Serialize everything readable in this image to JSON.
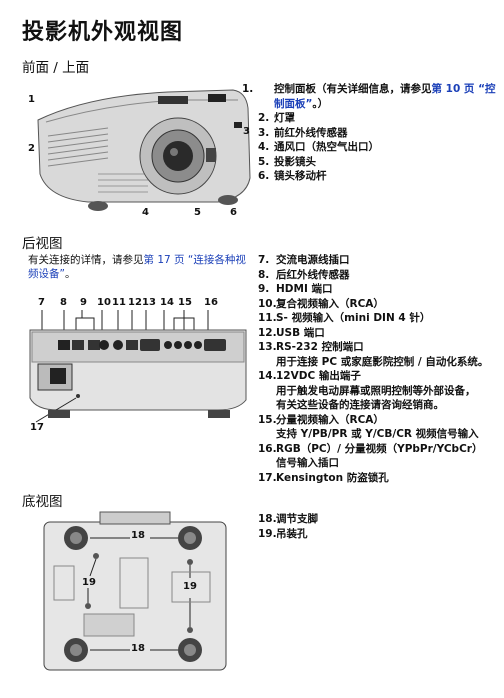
{
  "title": "投影机外观视图",
  "front": {
    "heading": "前面 / 上面",
    "callouts": [
      "1",
      "2",
      "3",
      "4",
      "5",
      "6"
    ],
    "items": [
      {
        "num": "1.",
        "pre": "控制面板（有关详细信息，请参见",
        "link": "第 10 页 “控制面板”",
        "post": "。）"
      },
      {
        "num": "2.",
        "text": "灯罩"
      },
      {
        "num": "3.",
        "text": "前红外线传感器"
      },
      {
        "num": "4.",
        "text": "通风口（热空气出口）"
      },
      {
        "num": "5.",
        "text": "投影镜头"
      },
      {
        "num": "6.",
        "text": "镜头移动杆"
      }
    ]
  },
  "rear": {
    "heading": "后视图",
    "note_pre": "有关连接的详情，请参见",
    "note_link": "第 17 页 “连接各种视频设备”",
    "note_post": "。",
    "callouts": [
      "7",
      "8",
      "9",
      "10",
      "11",
      "12",
      "13",
      "14",
      "15",
      "16",
      "17"
    ],
    "items": [
      {
        "num": "7.",
        "text": "交流电源线插口"
      },
      {
        "num": "8.",
        "text": "后红外线传感器"
      },
      {
        "num": "9.",
        "text": "HDMI 端口"
      },
      {
        "num": "10.",
        "text": "复合视频输入（RCA）"
      },
      {
        "num": "11.",
        "text": "S- 视频输入（mini DIN 4 针）"
      },
      {
        "num": "12.",
        "text": "USB 端口"
      },
      {
        "num": "13.",
        "text": "RS-232 控制端口"
      },
      {
        "num": "",
        "text": "用于连接 PC 或家庭影院控制 / 自动化系统。"
      },
      {
        "num": "14.",
        "text": "12VDC 输出端子"
      },
      {
        "num": "",
        "text": "用于触发电动屏幕或照明控制等外部设备，"
      },
      {
        "num": "",
        "text": "有关这些设备的连接请咨询经销商。"
      },
      {
        "num": "15.",
        "text": "分量视频输入（RCA）"
      },
      {
        "num": "",
        "text": "支持 Y/PB/PR 或 Y/CB/CR 视频信号输入"
      },
      {
        "num": "16.",
        "text": "RGB（PC）/ 分量视频（YPbPr/YCbCr）"
      },
      {
        "num": "",
        "text": "信号输入插口"
      },
      {
        "num": "17.",
        "text": "Kensington 防盗锁孔"
      }
    ]
  },
  "bottom": {
    "heading": "底视图",
    "callouts": [
      "18",
      "18",
      "19",
      "19"
    ],
    "items": [
      {
        "num": "18.",
        "text": "调节支脚"
      },
      {
        "num": "19.",
        "text": "吊装孔"
      }
    ]
  }
}
